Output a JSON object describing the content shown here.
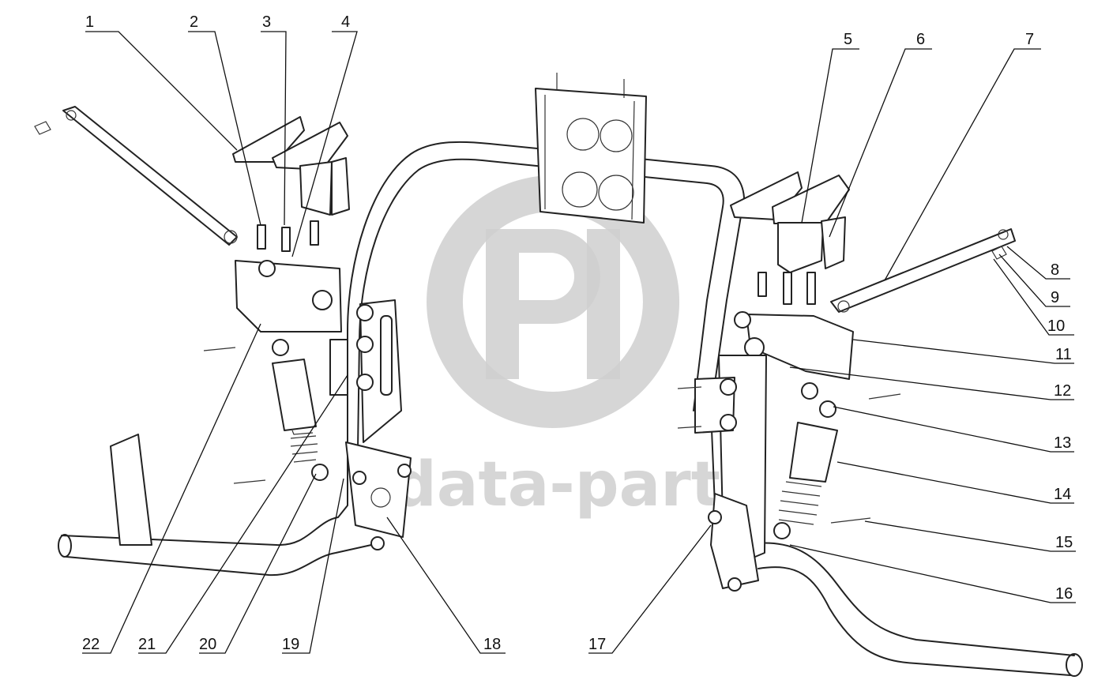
{
  "watermark": {
    "text": "data-parts",
    "color": "#cfcfcf",
    "logo_icon": "dp-logo-icon"
  },
  "callouts": [
    {
      "label": "1"
    },
    {
      "label": "2"
    },
    {
      "label": "3"
    },
    {
      "label": "4"
    },
    {
      "label": "5"
    },
    {
      "label": "6"
    },
    {
      "label": "7"
    },
    {
      "label": "8"
    },
    {
      "label": "9"
    },
    {
      "label": "10"
    },
    {
      "label": "11"
    },
    {
      "label": "12"
    },
    {
      "label": "13"
    },
    {
      "label": "14"
    },
    {
      "label": "15"
    },
    {
      "label": "16"
    },
    {
      "label": "17"
    },
    {
      "label": "18"
    },
    {
      "label": "19"
    },
    {
      "label": "20"
    },
    {
      "label": "21"
    },
    {
      "label": "22"
    }
  ]
}
